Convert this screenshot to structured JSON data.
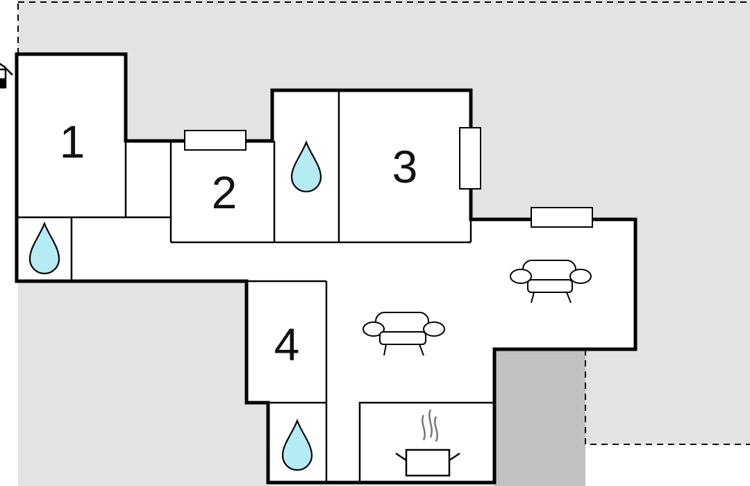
{
  "rooms": [
    {
      "label": "1"
    },
    {
      "label": "2"
    },
    {
      "label": "3"
    },
    {
      "label": "4"
    }
  ],
  "colors": {
    "garden": "#e3e3e3",
    "terrace": "#c2c2c2",
    "water": "#b5ecf3",
    "wall": "#000000",
    "floor": "#ffffff"
  },
  "icons": {
    "bathroom": "water-drop-icon",
    "living": "sofa-icon",
    "kitchen": "cooking-pot-icon",
    "entrance": "house-entrance-icon"
  }
}
